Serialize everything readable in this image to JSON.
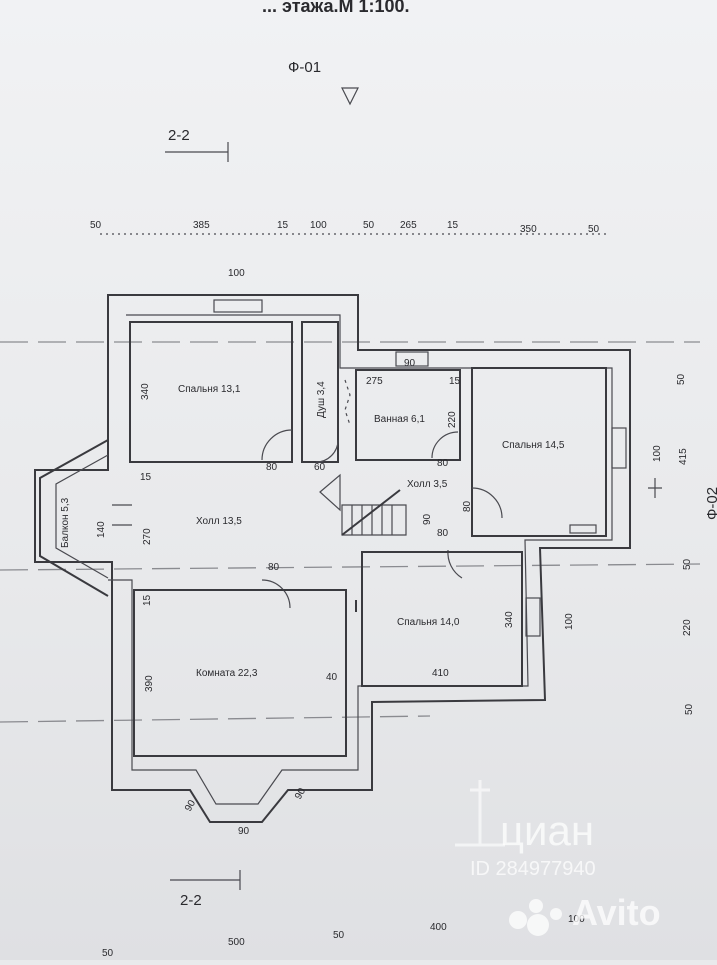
{
  "title": "... этажа.М 1:100.",
  "axis_mark": "Ф-01",
  "axis_mark_right": "Ф-02",
  "section_top": "2-2",
  "section_bottom": "2-2",
  "rooms": {
    "bedroom_1": "Спальня 13,1",
    "shower": "Душ 3,4",
    "bathroom": "Ванная 6,1",
    "bedroom_2": "Спальня 14,5",
    "hall_small": "Холл 3,5",
    "hall_main": "Холл 13,5",
    "balcony": "Балкон 5,3",
    "bedroom_3": "Спальня 14,0",
    "room_big": "Комната 22,3"
  },
  "top_dims": [
    "50",
    "385",
    "15",
    "100",
    "50",
    "265",
    "15",
    "350",
    "50"
  ],
  "bottom_dims": [
    "50",
    "500",
    "50",
    "400",
    "100"
  ],
  "right_dims": [
    "50",
    "415",
    "50",
    "220",
    "50"
  ],
  "inner_dims": {
    "top_opening": "100",
    "bath_opening": "90",
    "bath_width": "275",
    "bath_wall": "15",
    "bath_height": "220",
    "bed1_height": "340",
    "wall_15_a": "15",
    "door_80_a": "80",
    "door_60": "60",
    "door_80_b": "80",
    "door_80_c": "80",
    "door_90": "90",
    "hall_w": "270",
    "balcony_w": "140",
    "door_80_d": "80",
    "wall_15_b": "15",
    "room_h": "390",
    "room_40": "40",
    "bed3_h": "340",
    "bed3_w": "410",
    "window_100": "100",
    "bay_90_a": "90",
    "bay_90_b": "90",
    "bay_90_c": "90",
    "right_100": "100"
  },
  "watermarks": {
    "cian": "циан",
    "cian_id": "ID 284977940",
    "avito": "Avito"
  }
}
